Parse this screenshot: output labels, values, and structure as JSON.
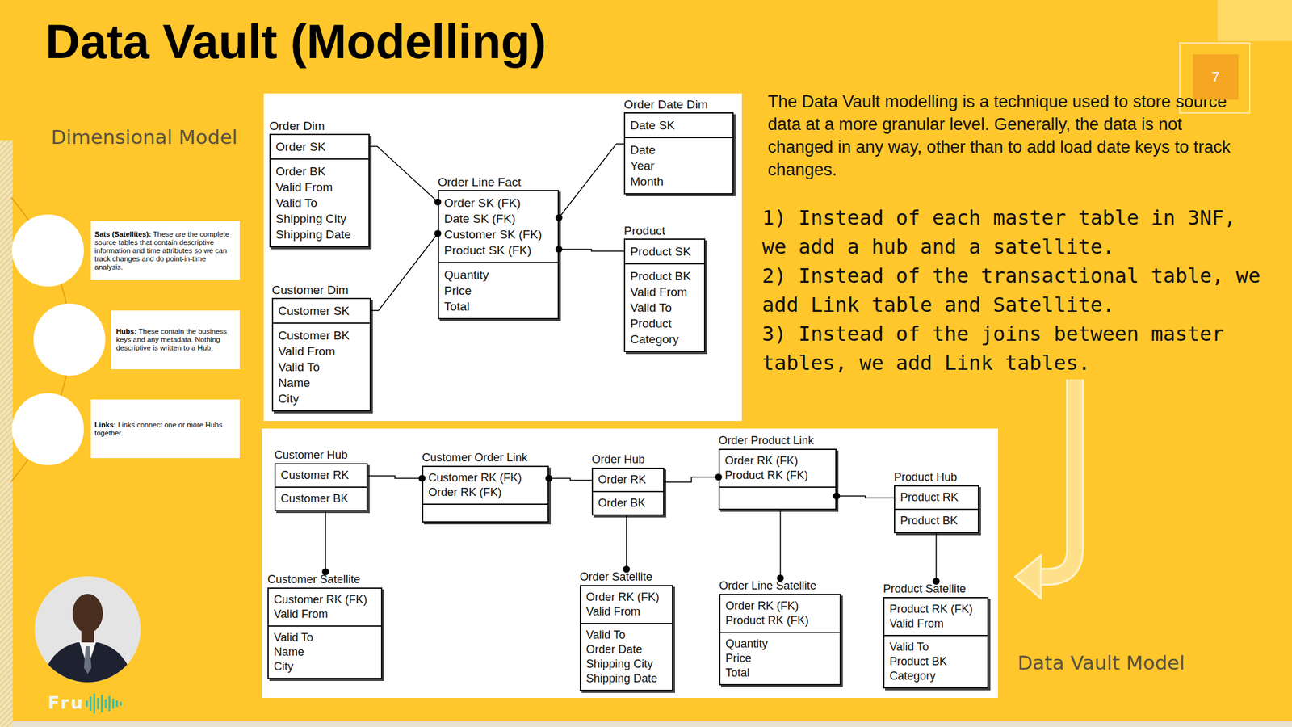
{
  "diagram": {
    "title": "Data Vault (Modelling)",
    "nodes": [
      {
        "text": [
          "Sats (Satellites):",
          "These are the complete source tables that contain descriptive information and time attributes so we can track changes and do point-in-time analysis."
        ]
      },
      {
        "text": [
          "Hubs:",
          "These contain the business keys and any metadata. Nothing descriptive is written to a Hub."
        ]
      },
      {
        "text": [
          "Links:",
          "Links connect one or more Hubs together."
        ]
      },
      {
        "text": [
          "Order Dim",
          "Order SK",
          "Order BK",
          "Valid From",
          "Valid To",
          "Shipping City",
          "Shipping Date"
        ]
      },
      {
        "text": [
          "Order Date Dim",
          "Date SK",
          "Date",
          "Year",
          "Month"
        ]
      },
      {
        "text": [
          "Order Line Fact",
          "Order SK (FK)",
          "Date SK (FK)",
          "Customer SK (FK)",
          "Product SK (FK)",
          "Quantity",
          "Price",
          "Total"
        ]
      },
      {
        "text": [
          "Product",
          "Product SK",
          "Product BK",
          "Valid From",
          "Valid To",
          "Product",
          "Category"
        ]
      },
      {
        "text": [
          "Customer Dim",
          "Customer SK",
          "Customer BK",
          "Valid From",
          "Valid To",
          "Name",
          "City"
        ]
      },
      {
        "text": [
          "Customer Hub",
          "Customer RK",
          "Customer BK"
        ]
      },
      {
        "text": [
          "Customer Order Link",
          "Customer RK (FK)",
          "Order RK (FK)"
        ]
      },
      {
        "text": [
          "Order Hub",
          "Order RK",
          "Order BK"
        ]
      },
      {
        "text": [
          "Order Product Link",
          "Order RK (FK)",
          "Product RK (FK)"
        ]
      },
      {
        "text": [
          "Product Hub",
          "Product RK",
          "Product BK"
        ]
      },
      {
        "text": [
          "Customer Satellite",
          "Customer RK (FK)",
          "Valid From",
          "Valid To",
          "Name",
          "City"
        ]
      },
      {
        "text": [
          "Order Satellite",
          "Order RK (FK)",
          "Valid From",
          "Valid To",
          "Order Date",
          "Shipping City",
          "Shipping Date"
        ]
      },
      {
        "text": [
          "Order Line Satellite",
          "Order RK (FK)",
          "Product RK (FK)",
          "Quantity",
          "Price",
          "Total"
        ]
      },
      {
        "text": [
          "Product Satellite",
          "Product RK (FK)",
          "Valid From",
          "Valid To",
          "Product BK",
          "Category"
        ]
      },
      {
        "text": [
          "7"
        ]
      }
    ],
    "edges": [
      {
        "from": 3,
        "to": 5,
        "arrow": "to"
      },
      {
        "from": 7,
        "to": 5,
        "arrow": "to"
      },
      {
        "from": 4,
        "to": 5,
        "arrow": "to"
      },
      {
        "from": 6,
        "to": 5,
        "arrow": "to"
      },
      {
        "from": 8,
        "to": 9,
        "arrow": "to"
      },
      {
        "from": 10,
        "to": 9,
        "arrow": "to"
      },
      {
        "from": 10,
        "to": 11,
        "arrow": "to"
      },
      {
        "from": 12,
        "to": 11,
        "arrow": "to"
      },
      {
        "from": 8,
        "to": 13,
        "arrow": "to"
      },
      {
        "from": 10,
        "to": 14,
        "arrow": "to"
      },
      {
        "from": 11,
        "to": 15,
        "arrow": "to"
      },
      {
        "from": 12,
        "to": 16,
        "arrow": "to"
      }
    ],
    "labels": [
      "Dimensional Model",
      "The Data Vault modelling is a technique used to store source data at a more granular level. Generally, the data is not changed in any way, other than to add load date keys to track changes.",
      "1) Instead of each master table in 3NF, we add a hub and a satellite.",
      "2) Instead of the transactional table, we add Link table and Satellite.",
      "3) Instead of the joins between master tables, we add Link tables.",
      "Data Vault Model",
      "Fru"
    ]
  }
}
